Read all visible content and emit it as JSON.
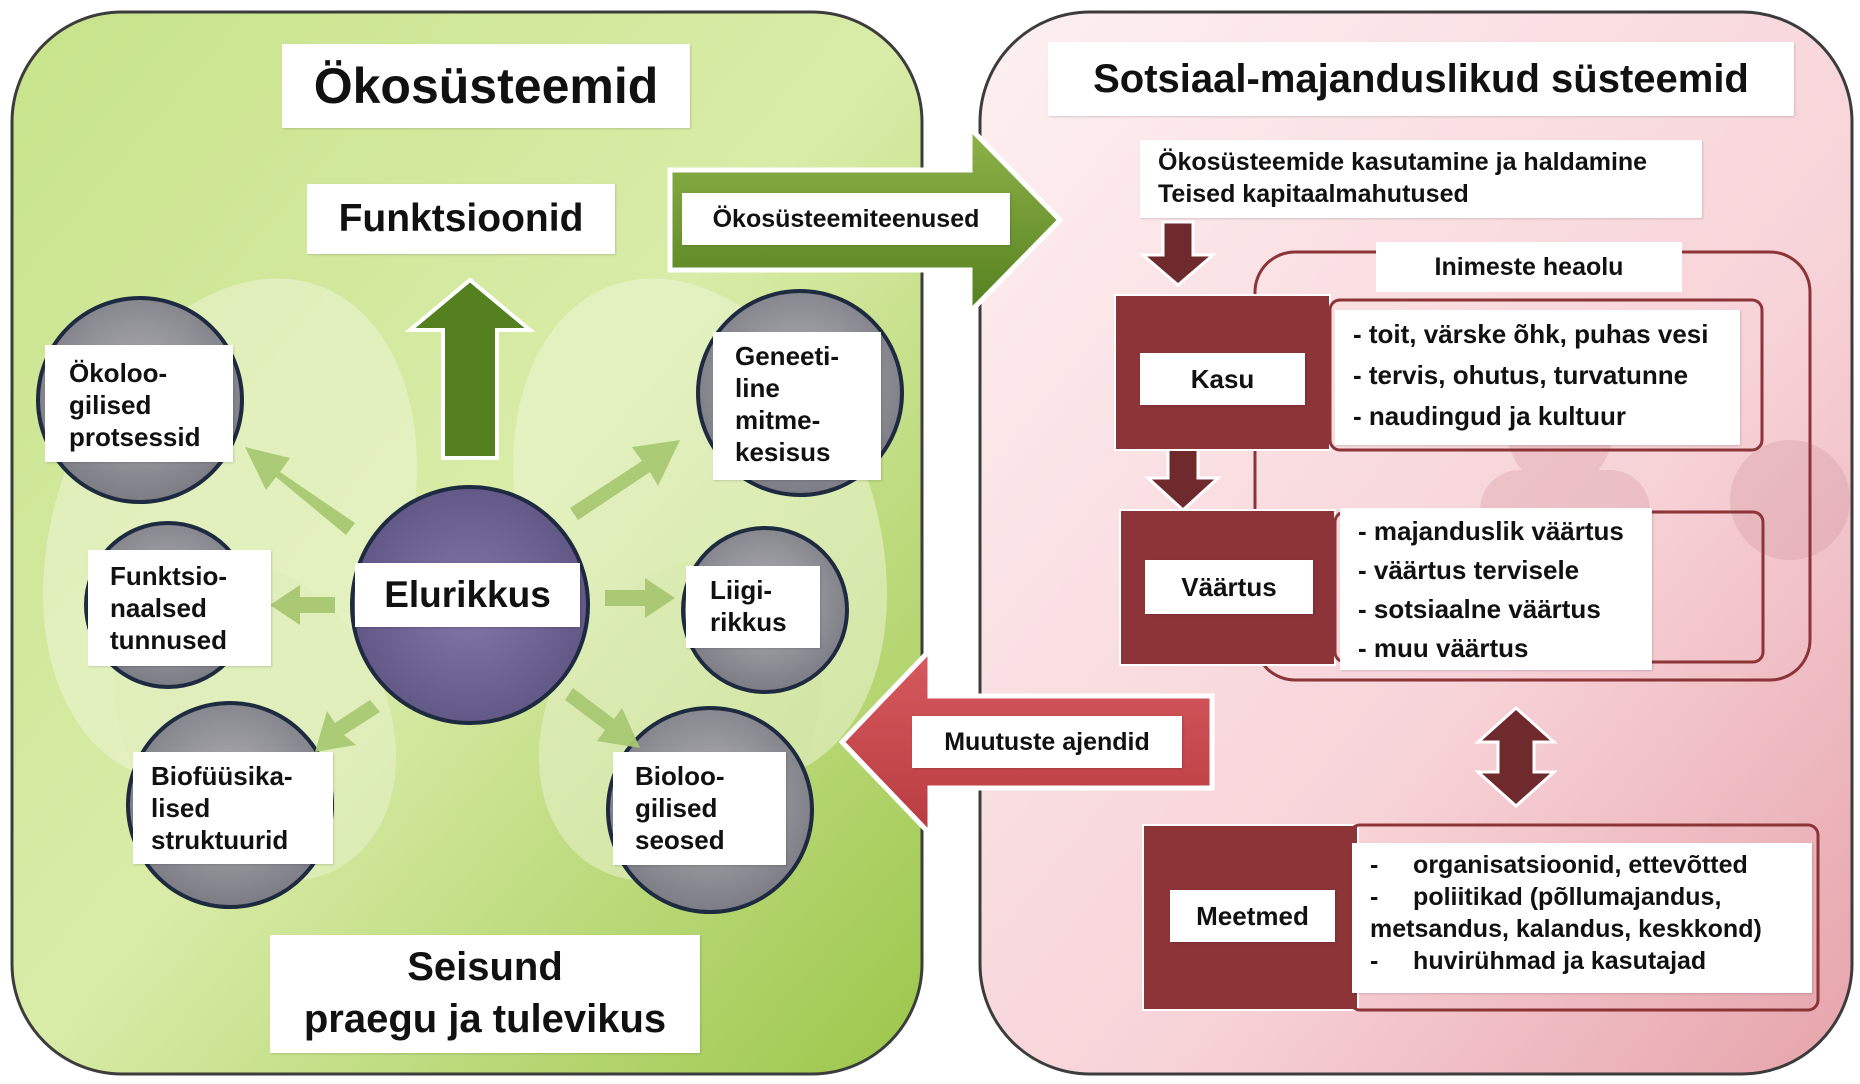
{
  "eco": {
    "title": "Ökosüsteemid",
    "functions": "Funktsioonid",
    "center": "Elurikkus",
    "nodes": {
      "ecological_processes": [
        "Ökoloo-",
        "gilised",
        "protsessid"
      ],
      "functional_traits": [
        "Funktsio-",
        "naalsed",
        "tunnused"
      ],
      "biophysical_structures": [
        "Biofüüsika-",
        "lised",
        "struktuurid"
      ],
      "genetic_diversity": [
        "Geneeti-",
        "line",
        "mitme-",
        "kesisus"
      ],
      "species_richness": [
        "Liigi-",
        "rikkus"
      ],
      "biological_links": [
        "Bioloo-",
        "gilised",
        "seosed"
      ]
    },
    "state": [
      "Seisund",
      "praegu ja tulevikus"
    ]
  },
  "flows": {
    "services": "Ökosüsteemiteenused",
    "drivers": "Muutuste ajendid"
  },
  "socio": {
    "title": "Sotsiaal-majanduslikud süsteemid",
    "use": [
      "Ökosüsteemide kasutamine ja haldamine",
      "Teised kapitaalmahutused"
    ],
    "wellbeing": "Inimeste heaolu",
    "benefit": {
      "label": "Kasu",
      "items": [
        "- toit, värske õhk, puhas vesi",
        "- tervis, ohutus, turvatunne",
        "- naudingud ja kultuur"
      ]
    },
    "value": {
      "label": "Väärtus",
      "items": [
        "- majanduslik väärtus",
        "- väärtus tervisele",
        "- sotsiaalne väärtus",
        "- muu väärtus"
      ]
    },
    "measures": {
      "label": "Meetmed",
      "items": [
        "-     organisatsioonid, ettevõtted",
        "-     poliitikad (põllumajandus,",
        "metsandus, kalandus, keskkond)",
        "-     huvirühmad ja kasutajad"
      ]
    }
  },
  "colors": {
    "eco_green_light": "#d4e9a3",
    "eco_green_dark": "#8dbd3c",
    "socio_red_light": "#fbe3e6",
    "socio_red_dark": "#d98a93",
    "arrow_green": "#5f8a2a",
    "arrow_red": "#c0474c",
    "dark_red": "#8c3438",
    "circle_purple": "#6e6491"
  }
}
